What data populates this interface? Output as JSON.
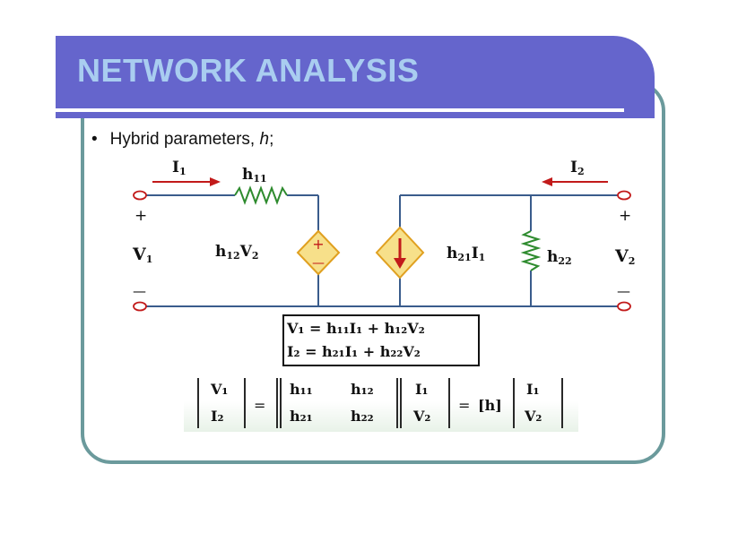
{
  "slide": {
    "title": "NETWORK ANALYSIS",
    "bullet_marker": "•",
    "bullet_text": "Hybrid parameters, ",
    "bullet_italic": "h",
    "bullet_end": ";"
  },
  "circuit": {
    "I1": "I",
    "I1_sub": "1",
    "I2": "I",
    "I2_sub": "2",
    "h11": "h",
    "h11_sub": "11",
    "h12V2": "h",
    "h12_sub": "12",
    "h12_V": "V",
    "h12_Vsub": "2",
    "h21I1": "h",
    "h21_sub": "21",
    "h21_I": "I",
    "h21_Isub": "1",
    "h22": "h",
    "h22_sub": "22",
    "V1": "V",
    "V1_sub": "1",
    "V2": "V",
    "V2_sub": "2",
    "plus": "+",
    "minus": "—",
    "src_plus": "+",
    "src_minus": "—"
  },
  "equations": {
    "line1": "V₁ = h₁₁I₁ + h₁₂V₂",
    "line2": "I₂ = h₂₁I₁ + h₂₂V₂"
  },
  "matrix": {
    "lhs_top": "V₁",
    "lhs_bot": "I₂",
    "eq": "=",
    "m11": "h₁₁",
    "m12": "h₁₂",
    "m21": "h₂₁",
    "m22": "h₂₂",
    "v_top": "I₁",
    "v_bot": "V₂",
    "eq2": "=",
    "h_mat": "[h]",
    "r_top": "I₁",
    "r_bot": "V₂"
  },
  "colors": {
    "title_bar": "#6565cc",
    "title_text": "#a9cdf0",
    "frame": "#6b9a9c",
    "resistor": "#2e8b2e",
    "source_fill": "#f7e08a",
    "source_stroke": "#e0a020",
    "arrow": "#c21a1a",
    "wire": "#3a5c8c"
  }
}
